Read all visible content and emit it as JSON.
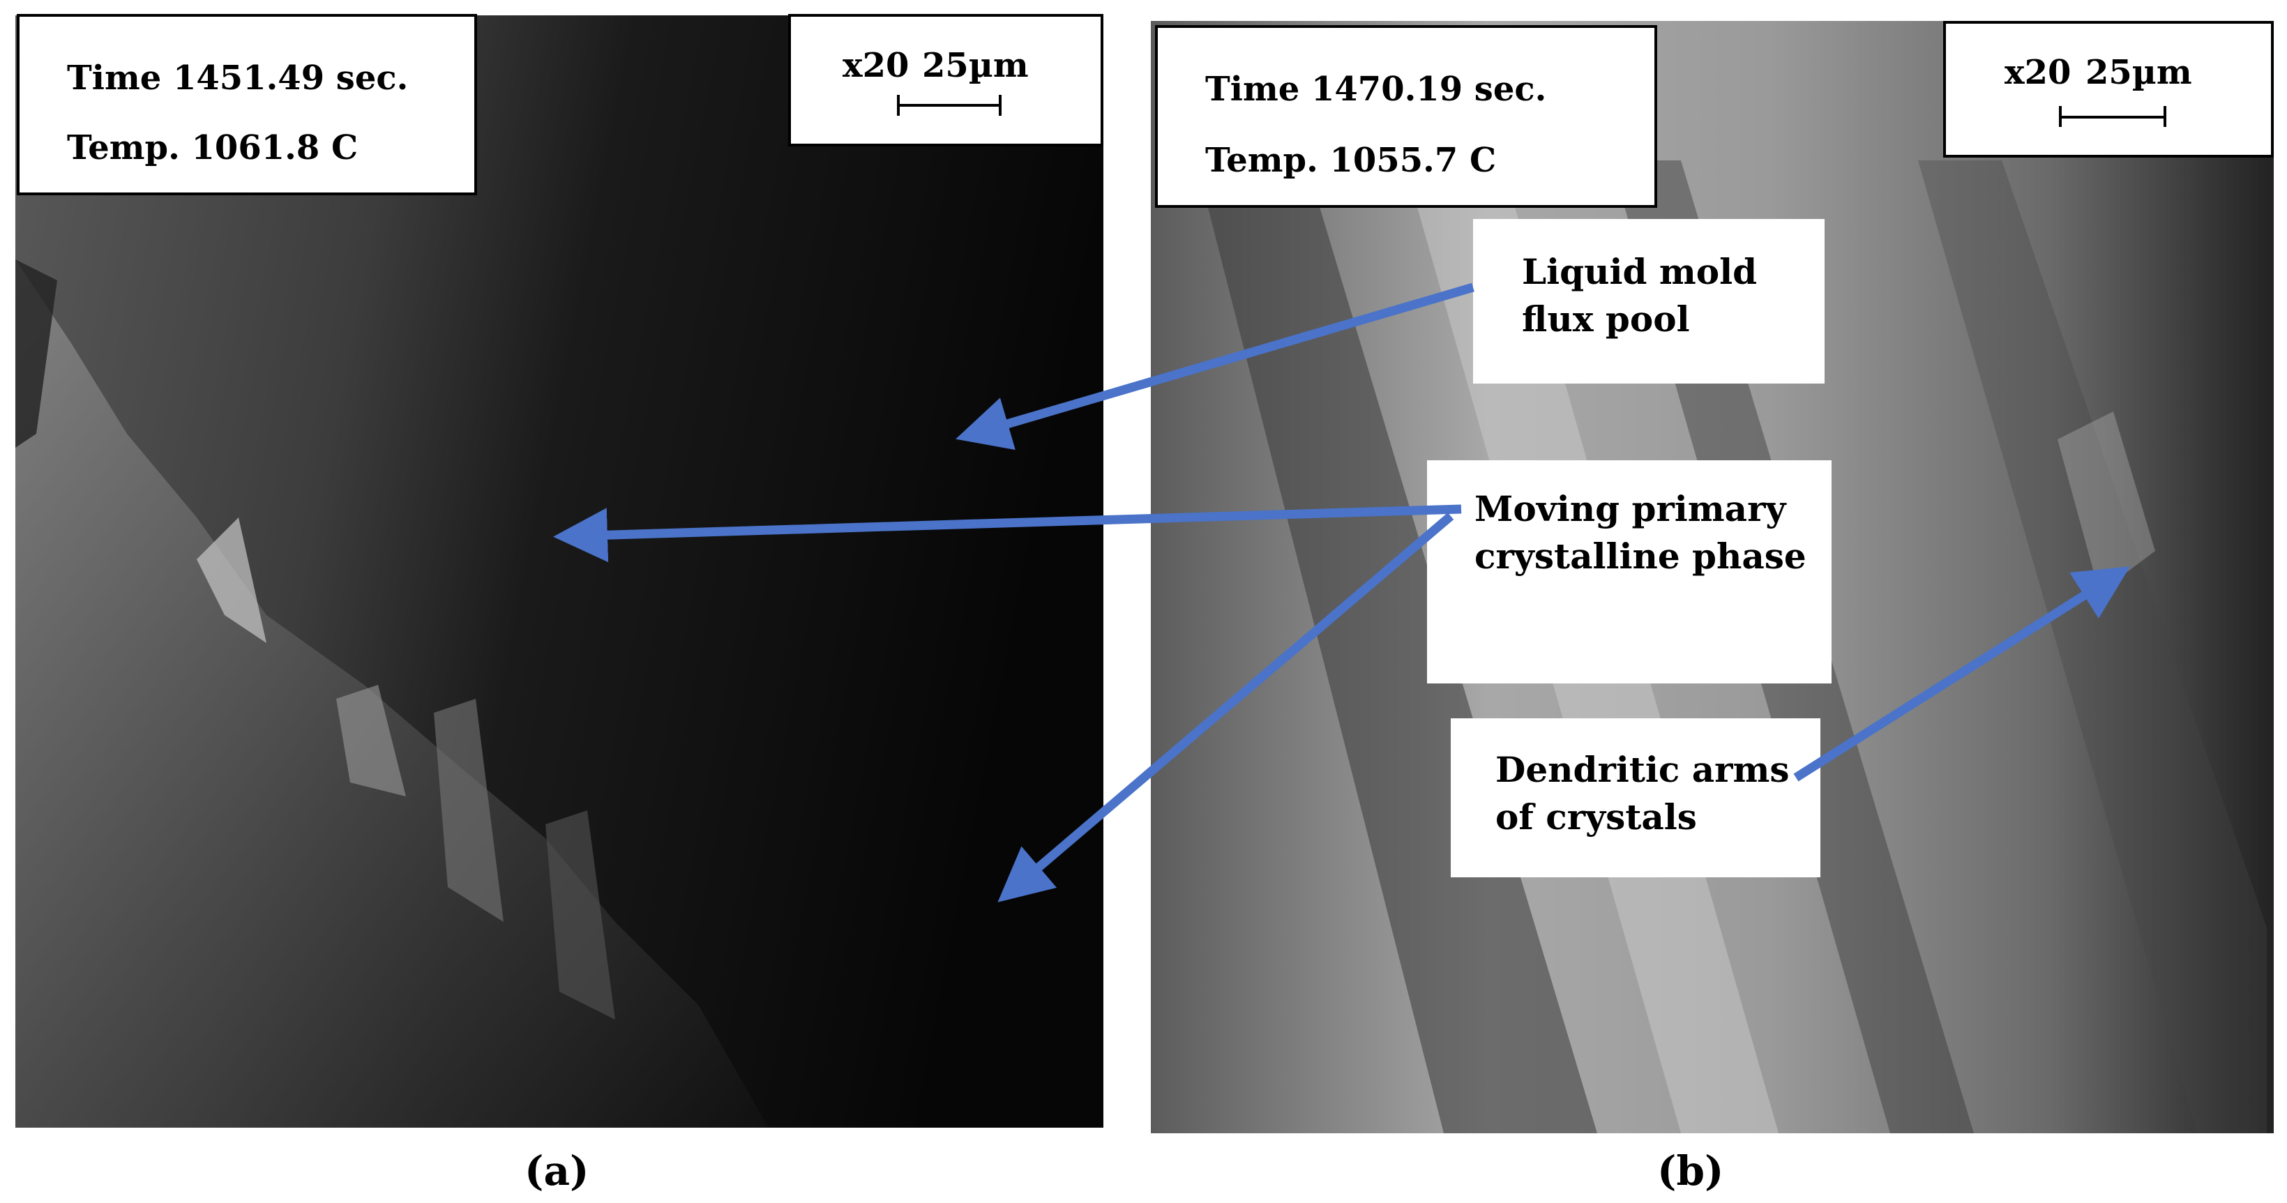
{
  "panel_a": {
    "time": "Time 1451.49 sec.",
    "temp": "Temp. 1061.8 C",
    "magnification": "x20",
    "scale_length": "25µm",
    "label": "(a)"
  },
  "panel_b": {
    "time": "Time 1470.19 sec.",
    "temp": "Temp. 1055.7 C",
    "magnification": "x20",
    "scale_length": "25µm",
    "label": "(b)"
  },
  "callouts": {
    "liquid_pool": [
      "Liquid mold",
      "flux pool"
    ],
    "moving_phase": [
      "Moving primary",
      "crystalline phase"
    ],
    "dendritic": [
      "Dendritic arms",
      "of crystals"
    ]
  },
  "colors": {
    "arrow": "#4a73c9"
  }
}
